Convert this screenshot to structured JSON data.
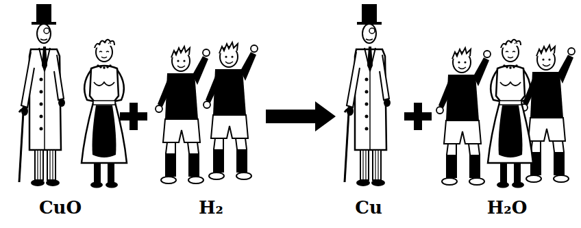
{
  "diagram": {
    "labels": [
      "CuO",
      "H₂",
      "Cu",
      "H₂O"
    ]
  }
}
